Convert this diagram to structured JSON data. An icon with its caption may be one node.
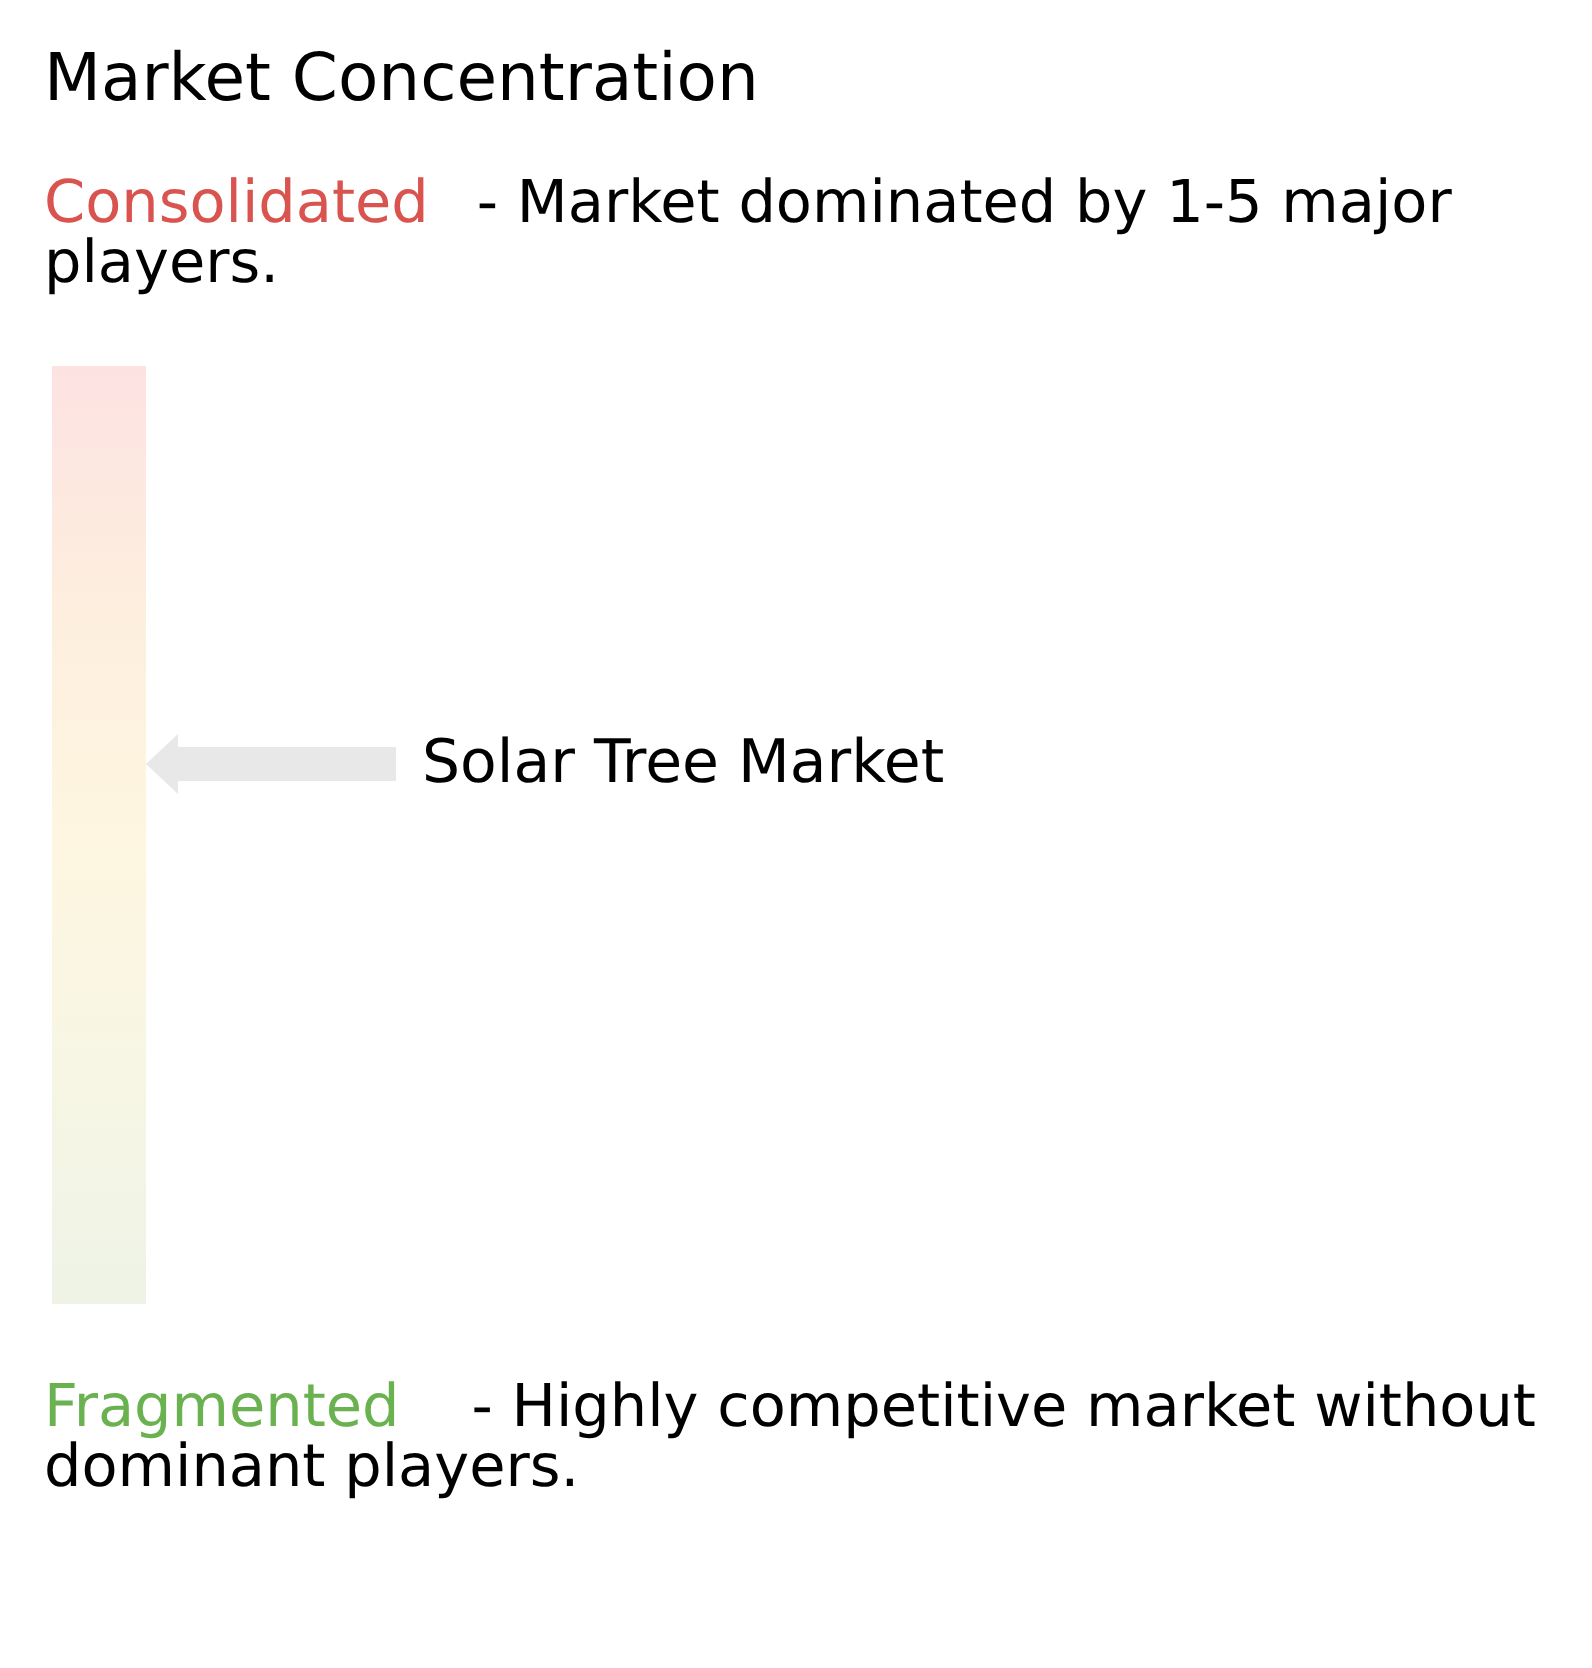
{
  "diagram": {
    "title": "Market Concentration",
    "nodes": [
      {
        "text": [],
        "shape": "bar"
      },
      {
        "text": [
          "Solar Tree Market"
        ]
      }
    ],
    "edges": [
      {
        "from": 1,
        "to": 0,
        "arrow": "to",
        "style": "thick"
      }
    ],
    "labels": [
      "Consolidated",
      "- Market dominated by 1-5 major players.",
      "Fragmented",
      "- Highly competitive market without dominant players."
    ]
  }
}
